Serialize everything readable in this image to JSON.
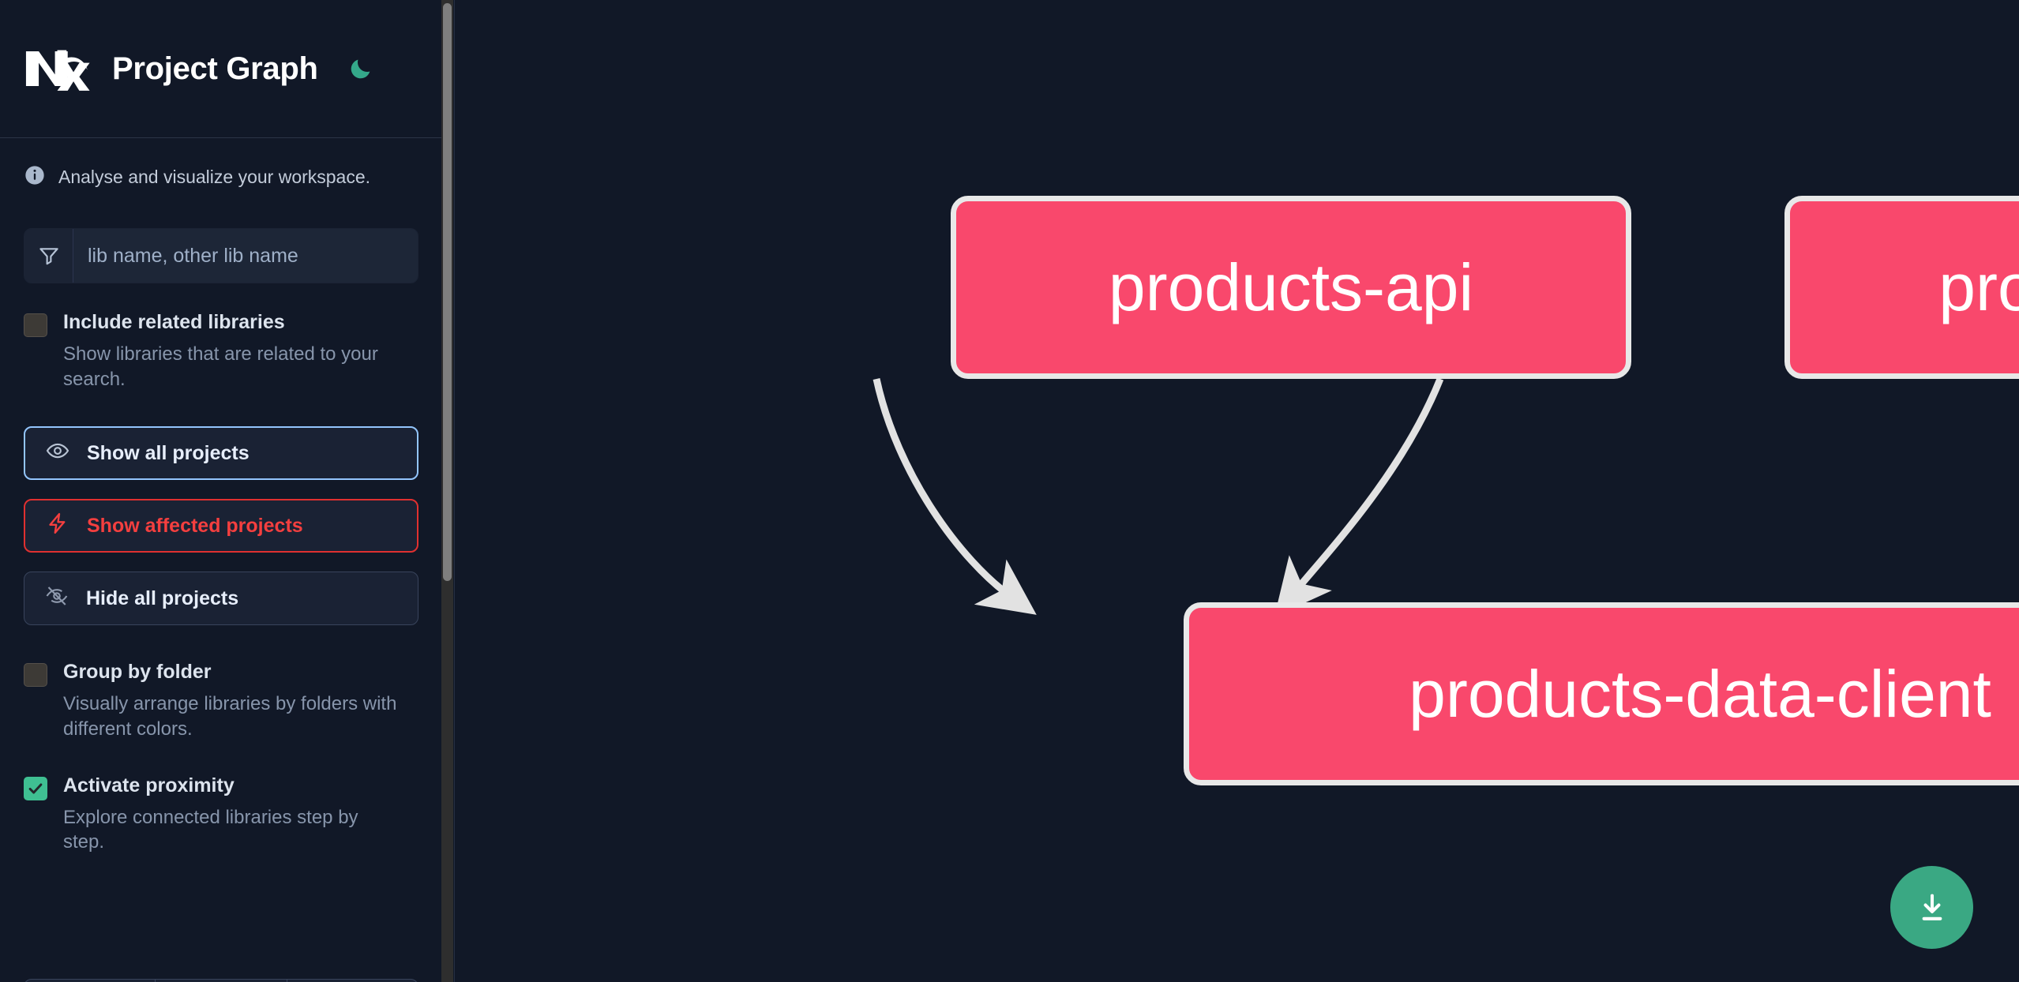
{
  "header": {
    "logo_icon": "nx-logo-icon",
    "title": "Project Graph",
    "theme_toggle_icon": "moon-icon"
  },
  "sidebar": {
    "tagline": {
      "icon": "info-icon",
      "text": "Analyse and visualize your workspace."
    },
    "filter": {
      "icon": "funnel-icon",
      "placeholder": "lib name, other lib name",
      "value": ""
    },
    "checkboxes": [
      {
        "id": "include-related-libraries",
        "label": "Include related libraries",
        "description": "Show libraries that are related to your search.",
        "checked": false
      },
      {
        "id": "group-by-folder",
        "label": "Group by folder",
        "description": "Visually arrange libraries by folders with different colors.",
        "checked": false
      },
      {
        "id": "activate-proximity",
        "label": "Activate proximity",
        "description": "Explore connected libraries step by step.",
        "checked": true
      }
    ],
    "buttons": [
      {
        "id": "show-all-projects",
        "label": "Show all projects",
        "icon": "eye-icon",
        "accent": "#93c5fd"
      },
      {
        "id": "show-affected-projects",
        "label": "Show affected projects",
        "icon": "lightning-bolt-icon",
        "accent": "#f43f3f"
      },
      {
        "id": "hide-all-projects",
        "label": "Hide all projects",
        "icon": "eye-off-icon",
        "accent": "#39445c"
      }
    ]
  },
  "graph": {
    "nodes": [
      {
        "id": "products-api",
        "label": "products-api"
      },
      {
        "id": "products-cli",
        "label": "products-cli"
      },
      {
        "id": "products-data-client",
        "label": "products-data-client"
      }
    ],
    "edges": [
      {
        "from": "products-api",
        "to": "products-data-client"
      },
      {
        "from": "products-cli",
        "to": "products-data-client"
      }
    ],
    "node_fill": "#f9486c",
    "node_border": "#e8e8e8",
    "edge_color": "#e2e2e2",
    "background": "#111827"
  },
  "download_button": {
    "icon": "download-icon",
    "color": "#3aa883"
  }
}
